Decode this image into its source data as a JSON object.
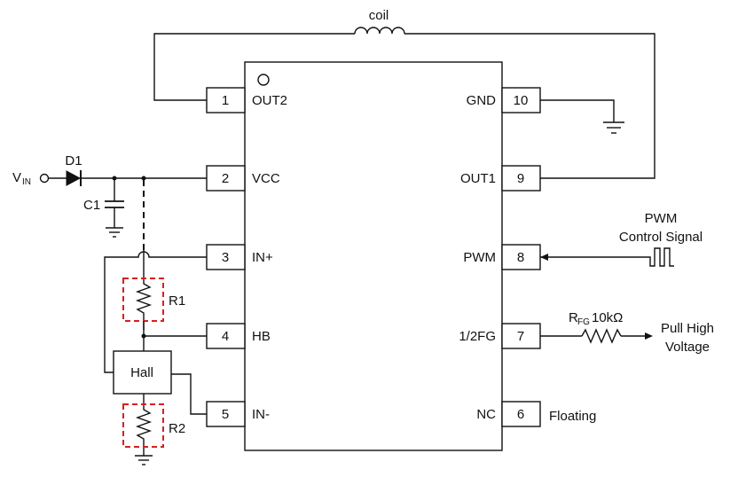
{
  "coil": "coil",
  "d1": "D1",
  "vin_main": "V",
  "vin_sub": "IN",
  "c1": "C1",
  "r1": "R1",
  "r2": "R2",
  "hall": "Hall",
  "pins_left": [
    {
      "num": "1",
      "name": "OUT2"
    },
    {
      "num": "2",
      "name": "VCC"
    },
    {
      "num": "3",
      "name": "IN+"
    },
    {
      "num": "4",
      "name": "HB"
    },
    {
      "num": "5",
      "name": "IN-"
    }
  ],
  "pins_right": [
    {
      "num": "10",
      "name": "GND"
    },
    {
      "num": "9",
      "name": "OUT1"
    },
    {
      "num": "8",
      "name": "PWM"
    },
    {
      "num": "7",
      "name": "1/2FG"
    },
    {
      "num": "6",
      "name": "NC"
    }
  ],
  "pwm_line1": "PWM",
  "pwm_line2": "Control Signal",
  "rfg_main": "R",
  "rfg_sub": "FG",
  "rfg_value": "10kΩ",
  "pull_line1": "Pull High",
  "pull_line2": "Voltage",
  "floating": "Floating"
}
